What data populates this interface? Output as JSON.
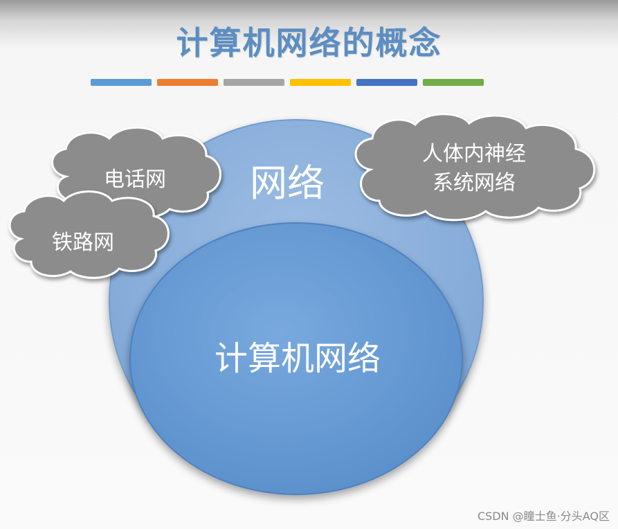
{
  "title": "计算机网络的概念",
  "accent_bars": [
    "#5b9bd5",
    "#ed7d31",
    "#a5a5a5",
    "#ffc000",
    "#4472c4",
    "#70ad47"
  ],
  "diagram": {
    "outer_circle_label": "网络",
    "inner_circle_label": "计算机网络",
    "clouds": [
      {
        "label": "电话网"
      },
      {
        "label": "铁路网"
      },
      {
        "label_line1": "人体内神经",
        "label_line2": "系统网络"
      }
    ],
    "colors": {
      "outer_circle": "#8fb2dc",
      "inner_circle": "#6d9fd6",
      "cloud_fill": "#8c8c8c",
      "title": "#5b8ec2"
    }
  },
  "watermark": "CSDN @瞳士鱼·分头AQ区"
}
